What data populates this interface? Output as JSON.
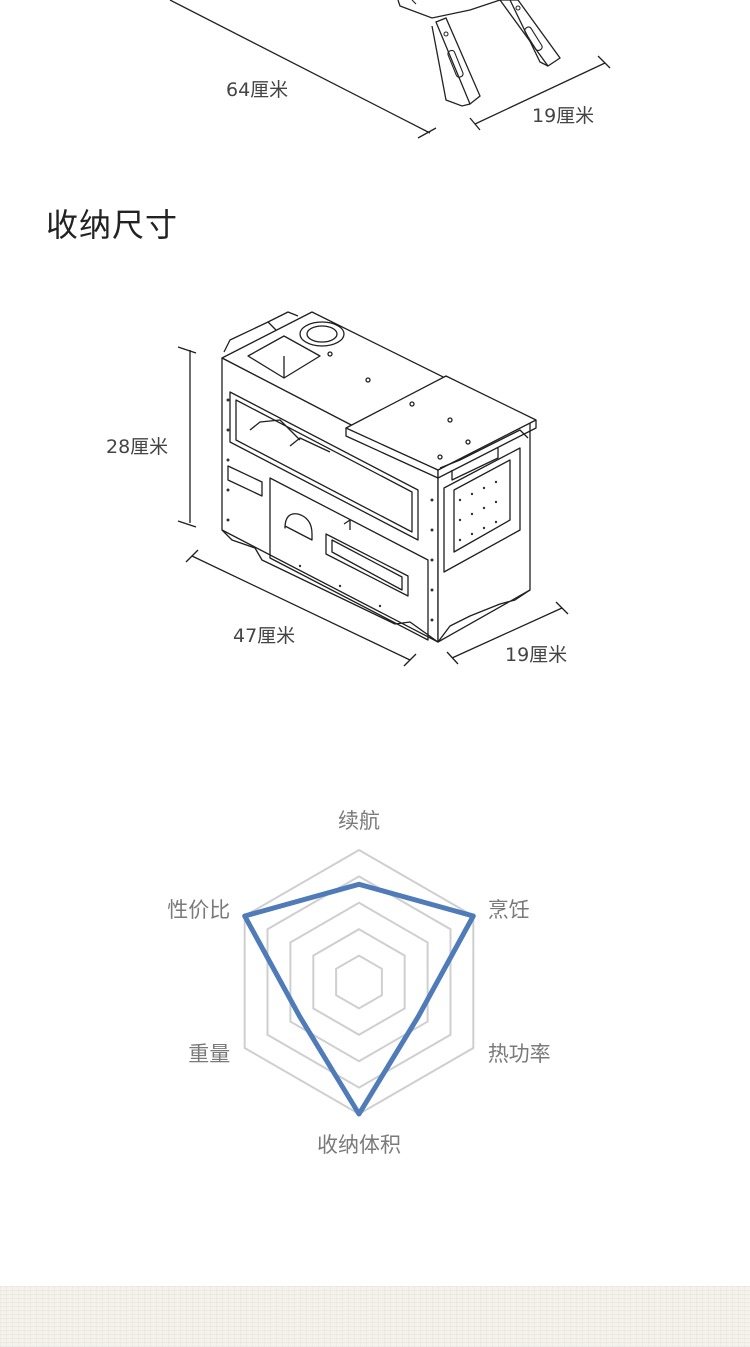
{
  "top_dims": {
    "length_label": "64厘米",
    "depth_label": "19厘米"
  },
  "storage": {
    "title": "收纳尺寸",
    "height_label": "28厘米",
    "length_label": "47厘米",
    "depth_label": "19厘米"
  },
  "chart_data": {
    "type": "radar",
    "title": "",
    "axes": [
      "续航",
      "烹饪",
      "热功率",
      "收纳体积",
      "重量",
      "性价比"
    ],
    "levels": 5,
    "max": 5,
    "series": [
      {
        "values": [
          3.7,
          5.0,
          2.6,
          5.0,
          2.6,
          5.0
        ],
        "color": "#4f7cb8"
      }
    ],
    "grid_color": "#cfcfcf"
  }
}
